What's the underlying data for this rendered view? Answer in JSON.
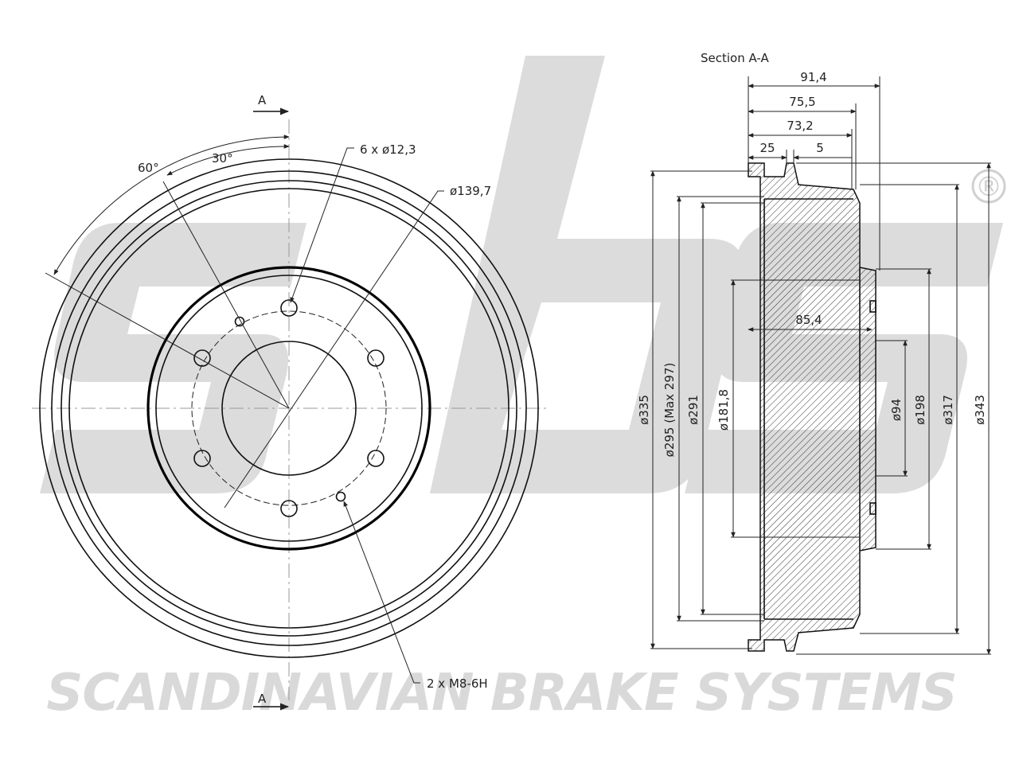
{
  "watermark": {
    "logo_letters": "sbs",
    "registered_mark": "®",
    "company_name": "SCANDINAVIAN BRAKE SYSTEMS",
    "color": "#d9d9d9"
  },
  "front_view": {
    "section_mark_top": "A",
    "section_mark_bottom": "A",
    "angle_60": "60°",
    "angle_30": "30°",
    "bolt_holes_label": "6 x ø12,3",
    "bolt_circle_label": "ø139,7",
    "thread_holes_label": "2 x M8-6H"
  },
  "section_view": {
    "title": "Section A-A",
    "dim_91_4": "91,4",
    "dim_75_5": "75,5",
    "dim_73_2": "73,2",
    "dim_25": "25",
    "dim_5": "5",
    "dim_85_4": "85,4",
    "dia_335": "ø335",
    "dia_295": "ø295 (Max 297)",
    "dia_291": "ø291",
    "dia_181_8": "ø181,8",
    "dia_94": "ø94",
    "dia_198": "ø198",
    "dia_317": "ø317",
    "dia_343": "ø343"
  }
}
